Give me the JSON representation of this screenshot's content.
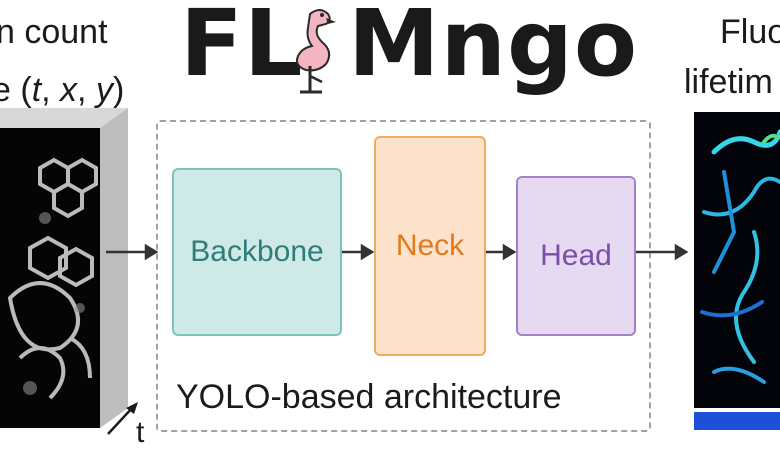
{
  "left_label": {
    "line1": "n count",
    "line2_prefix": "e (",
    "t": "t",
    "sep1": ", ",
    "x": "x",
    "sep2": ", ",
    "y": "y",
    "close": ")"
  },
  "title": {
    "left": "FL",
    "right": "Mngo"
  },
  "right_label": {
    "line1": "Fluo",
    "line2": "lifetim"
  },
  "blocks": {
    "backbone": "Backbone",
    "neck": "Neck",
    "head": "Head"
  },
  "architecture_caption": "YOLO-based architecture",
  "time_axis_label": "t",
  "colors": {
    "backbone_fill": "#cfe9e6",
    "backbone_border": "#7cc2bc",
    "backbone_text": "#2d7d78",
    "neck_fill": "#fde3cc",
    "neck_border": "#f2a963",
    "neck_text": "#e07a1c",
    "head_fill": "#e6d9f2",
    "head_border": "#a582c7",
    "head_text": "#7a4fa6"
  }
}
